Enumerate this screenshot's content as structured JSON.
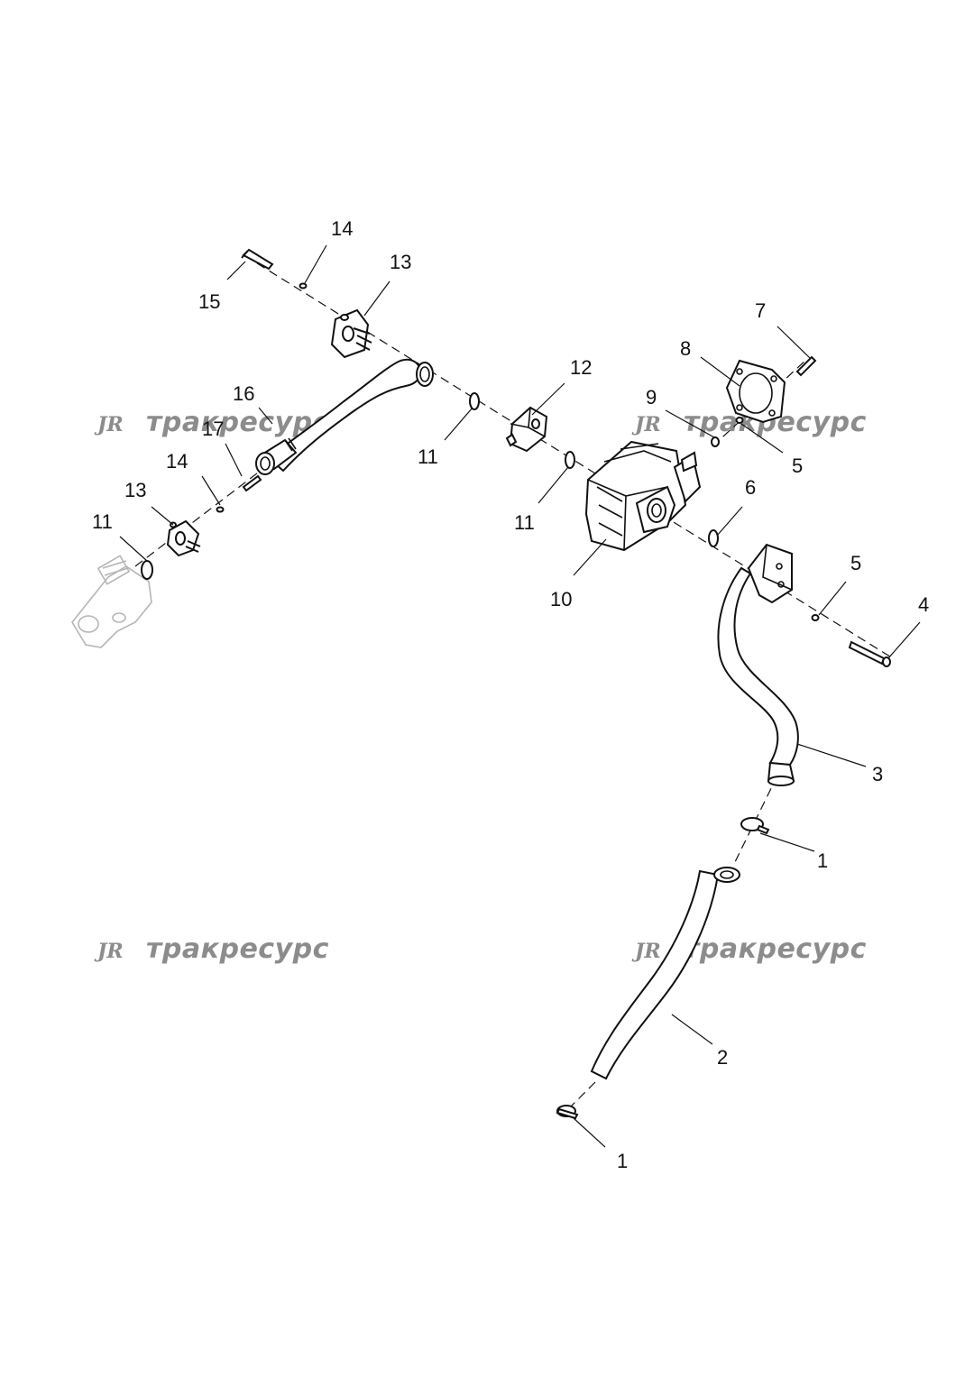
{
  "diagram": {
    "callouts": [
      {
        "id": "c1a",
        "label": "1"
      },
      {
        "id": "c1b",
        "label": "1"
      },
      {
        "id": "c2",
        "label": "2"
      },
      {
        "id": "c3",
        "label": "3"
      },
      {
        "id": "c4",
        "label": "4"
      },
      {
        "id": "c5a",
        "label": "5"
      },
      {
        "id": "c5b",
        "label": "5"
      },
      {
        "id": "c6",
        "label": "6"
      },
      {
        "id": "c7",
        "label": "7"
      },
      {
        "id": "c8",
        "label": "8"
      },
      {
        "id": "c9",
        "label": "9"
      },
      {
        "id": "c10",
        "label": "10"
      },
      {
        "id": "c11a",
        "label": "11"
      },
      {
        "id": "c11b",
        "label": "11"
      },
      {
        "id": "c11c",
        "label": "11"
      },
      {
        "id": "c12",
        "label": "12"
      },
      {
        "id": "c13a",
        "label": "13"
      },
      {
        "id": "c13b",
        "label": "13"
      },
      {
        "id": "c14a",
        "label": "14"
      },
      {
        "id": "c14b",
        "label": "14"
      },
      {
        "id": "c15",
        "label": "15"
      },
      {
        "id": "c16",
        "label": "16"
      },
      {
        "id": "c17",
        "label": "17"
      }
    ],
    "watermark": {
      "logo": "JR",
      "text": "тракресурс"
    }
  }
}
